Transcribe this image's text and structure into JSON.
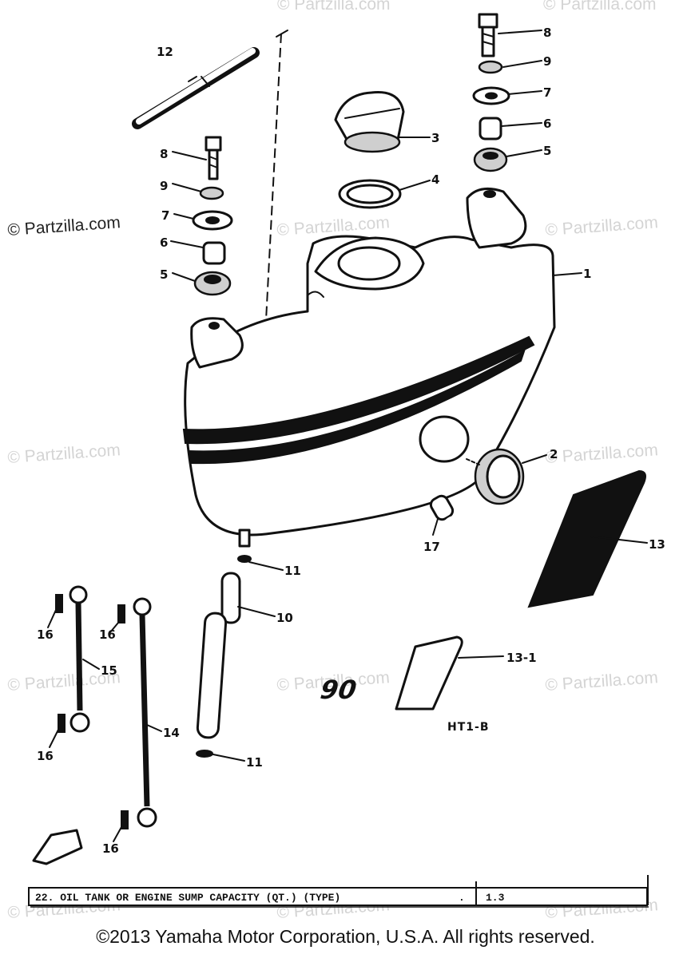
{
  "watermark": "© Partzilla.com",
  "callouts": {
    "p1": "1",
    "p2": "2",
    "p3": "3",
    "p4": "4",
    "p5": "5",
    "p6": "6",
    "p7": "7",
    "p8": "8",
    "p9": "9",
    "p10": "10",
    "p11": "11",
    "p12": "12",
    "p13": "13",
    "p13_1": "13-1",
    "p14": "14",
    "p15": "15",
    "p16": "16",
    "p17": "17"
  },
  "model_label": "HT1-B",
  "decal_text": "90",
  "capacity_table": {
    "label": "22.  OIL TANK OR ENGINE SUMP CAPACITY (QT.) (TYPE)",
    "separator": ".",
    "value": "1.3"
  },
  "copyright": "©2013  Yamaha Motor Corporation, U.S.A. All rights reserved."
}
